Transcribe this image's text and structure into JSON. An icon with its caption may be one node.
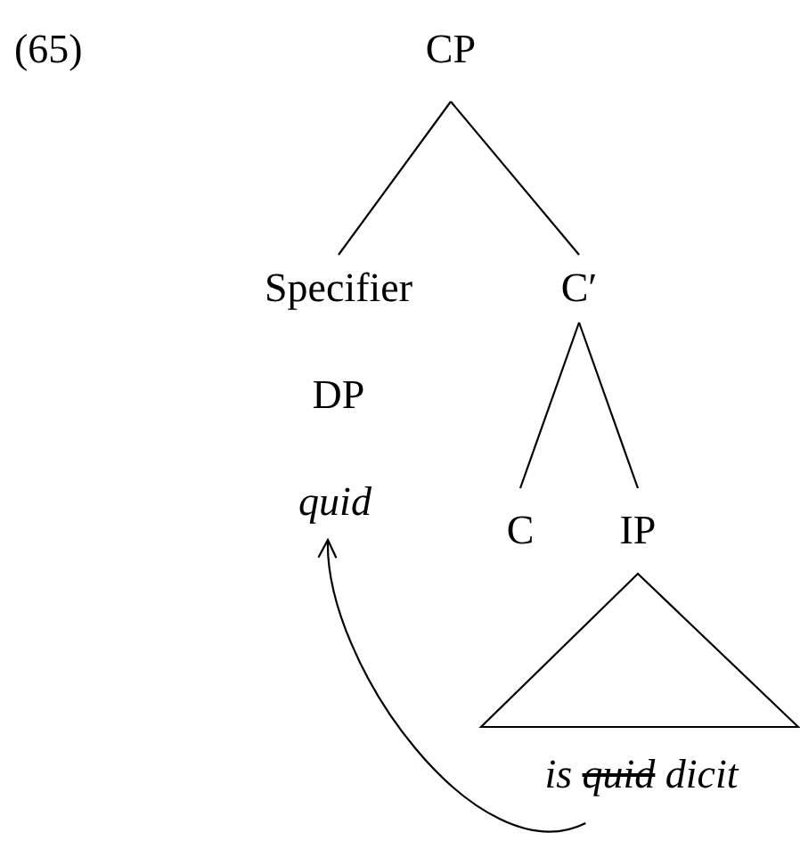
{
  "diagram": {
    "nodes": [
      {
        "text": [
          "CP"
        ]
      },
      {
        "text": [
          "Specifier"
        ]
      },
      {
        "text": [
          "C′"
        ]
      },
      {
        "text": [
          "DP"
        ]
      },
      {
        "text": [
          "quid"
        ]
      },
      {
        "text": [
          "C"
        ]
      },
      {
        "text": [
          "IP"
        ]
      },
      {
        "text": [
          "is quid dicit"
        ]
      }
    ],
    "edges": [
      {
        "from": 0,
        "to": 1,
        "arrow": "none"
      },
      {
        "from": 0,
        "to": 2,
        "arrow": "none"
      },
      {
        "from": 2,
        "to": 5,
        "arrow": "none"
      },
      {
        "from": 2,
        "to": 6,
        "arrow": "none"
      },
      {
        "from": 6,
        "to": 7,
        "arrow": "none"
      },
      {
        "from": 7,
        "to": 4,
        "arrow": "to"
      }
    ],
    "labels": [
      "(65)"
    ]
  }
}
